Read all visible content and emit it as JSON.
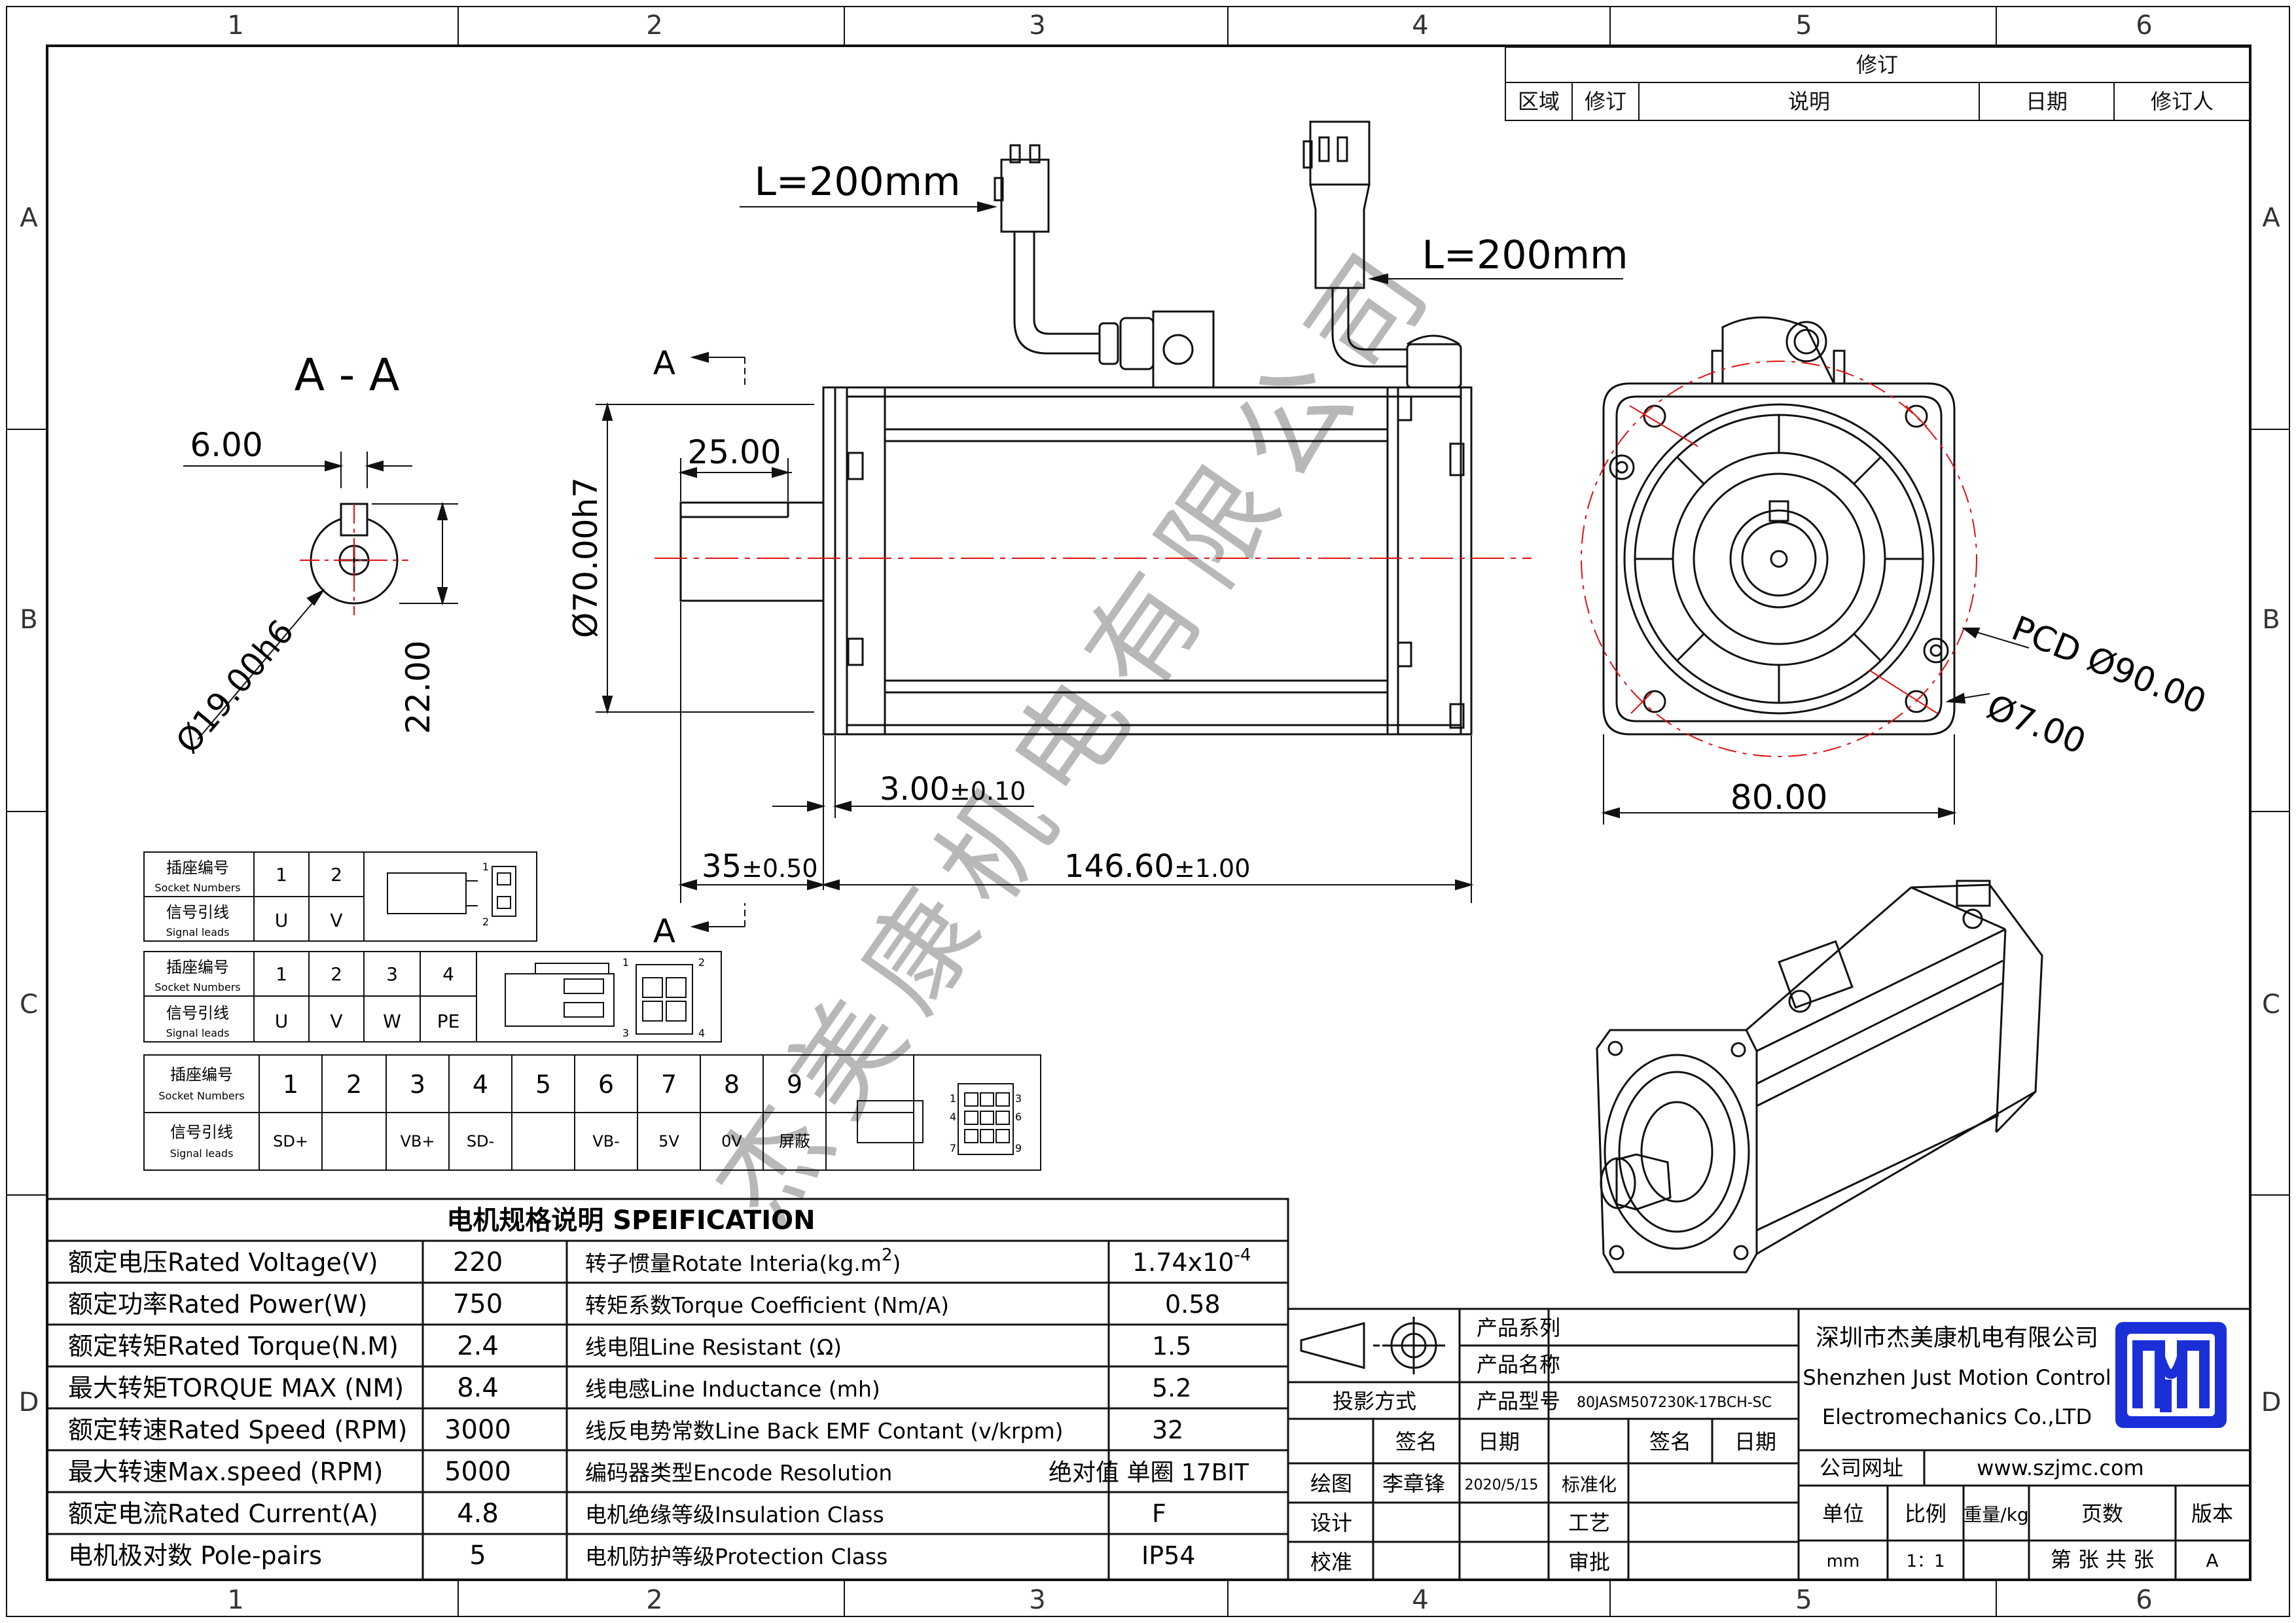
{
  "frame": {
    "zones_x": [
      "1",
      "2",
      "3",
      "4",
      "5",
      "6"
    ],
    "zones_y": [
      "A",
      "B",
      "C",
      "D"
    ]
  },
  "revision_table": {
    "title": "修订",
    "headers": [
      "区域",
      "修订",
      "说明",
      "日期",
      "修订人"
    ]
  },
  "drawing": {
    "section_label": "A - A",
    "section_marker": "A",
    "cable_length_left": "L=200mm",
    "cable_length_right": "L=200mm",
    "key_width": "6.00",
    "shaft_dia_section": "Ø19.00h6",
    "key_height": "22.00",
    "key_length": "25.00",
    "pilot_dia": "Ø70.00h7",
    "flange_offset": "3.00",
    "flange_offset_tol": "±0.10",
    "shaft_length": "35",
    "shaft_length_tol": "±0.50",
    "body_length": "146.60",
    "body_length_tol": "±1.00",
    "pcd": "PCD Ø90.00",
    "hole_dia": "Ø7.00",
    "flange_width": "80.00",
    "watermark": "杰美康机电有限公司"
  },
  "connectors": {
    "row_label_cn": "插座编号",
    "row_label_en": "Socket Numbers",
    "signal_label_cn": "信号引线",
    "signal_label_en": "Signal leads",
    "c1": {
      "numbers": [
        "1",
        "2"
      ],
      "signals": [
        "U",
        "V"
      ],
      "pins": [
        "1",
        "2"
      ]
    },
    "c2": {
      "numbers": [
        "1",
        "2",
        "3",
        "4"
      ],
      "signals": [
        "U",
        "V",
        "W",
        "PE"
      ],
      "pins": [
        "1",
        "2",
        "3",
        "4"
      ]
    },
    "c3": {
      "numbers": [
        "1",
        "2",
        "3",
        "4",
        "5",
        "6",
        "7",
        "8",
        "9"
      ],
      "signals": [
        "SD+",
        "",
        "VB+",
        "SD-",
        "",
        "VB-",
        "5V",
        "0V",
        "屏蔽"
      ],
      "pins": [
        "1",
        "3",
        "4",
        "6",
        "7",
        "9"
      ]
    }
  },
  "spec": {
    "title": "电机规格说明 SPEIFICATION",
    "rows": [
      {
        "l": "额定电压Rated Voltage(V)",
        "lv": "220",
        "r": "转子惯量Rotate Interia(kg.m",
        "r_sup": "2",
        "r_tail": ")",
        "rv": "1.74x10",
        "rv_sup": "-4"
      },
      {
        "l": "额定功率Rated Power(W)",
        "lv": "750",
        "r": "转矩系数Torque Coefficient (Nm/A)",
        "rv": "0.58"
      },
      {
        "l": "额定转矩Rated Torque(N.M)",
        "lv": "2.4",
        "r": "线电阻Line Resistant (Ω)",
        "rv": "1.5"
      },
      {
        "l": "最大转矩TORQUE MAX (NM)",
        "lv": "8.4",
        "r": "线电感Line Inductance (mh)",
        "rv": "5.2"
      },
      {
        "l": "额定转速Rated Speed (RPM)",
        "lv": "3000",
        "r": "线反电势常数Line Back EMF Contant (v/krpm)",
        "rv": "32"
      },
      {
        "l": "最大转速Max.speed (RPM)",
        "lv": "5000",
        "r": "编码器类型Encode Resolution",
        "rv": "绝对值 单圈 17BIT"
      },
      {
        "l": "额定电流Rated Current(A)",
        "lv": "4.8",
        "r": "电机绝缘等级Insulation Class",
        "rv": "F"
      },
      {
        "l": "电机极对数 Pole-pairs",
        "lv": "5",
        "r": "电机防护等级Protection Class",
        "rv": "IP54"
      }
    ]
  },
  "title_block": {
    "product_series_label": "产品系列",
    "product_name_label": "产品名称",
    "projection_label": "投影方式",
    "model_label": "产品型号",
    "model_value": "80JASM507230K-17BCH-SC",
    "sign_label": "签名",
    "date_label": "日期",
    "sign_label2": "签名",
    "date_label2": "日期",
    "draw_label": "绘图",
    "drawer": "李章锋",
    "draw_date": "2020/5/15",
    "standard_label": "标准化",
    "design_label": "设计",
    "process_label": "工艺",
    "check_label": "校准",
    "approve_label": "审批",
    "company_cn": "深圳市杰美康机电有限公司",
    "company_en1": "Shenzhen Just Motion Control",
    "company_en2": "Electromechanics Co.,LTD",
    "website_label": "公司网址",
    "website": "www.szjmc.com",
    "unit_label": "单位",
    "scale_label": "比例",
    "weight_label": "重量/kg",
    "pages_label": "页数",
    "version_label": "版本",
    "unit": "mm",
    "scale": "1：1",
    "pages": "第 张 共 张",
    "version": "A"
  },
  "colors": {
    "centerline": "#d11",
    "logo": "#1a2fd8",
    "line": "#111",
    "watermark": "#b0b0b0"
  }
}
